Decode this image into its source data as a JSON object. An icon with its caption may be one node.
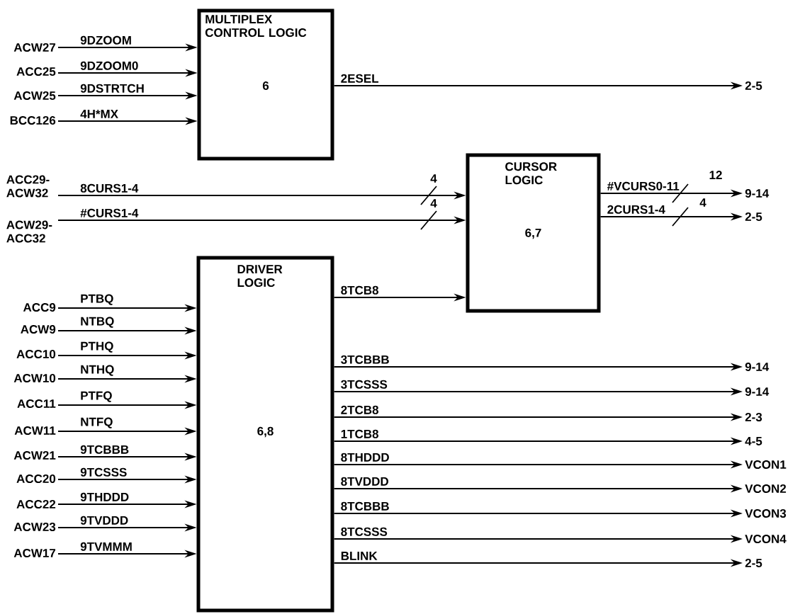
{
  "diagram": {
    "nodes": [
      {
        "text": [
          "MULTIPLEX CONTROL LOGIC",
          "6"
        ]
      },
      {
        "text": [
          "CURSOR LOGIC",
          "6,7"
        ]
      },
      {
        "text": [
          "DRIVER LOGIC",
          "6,8"
        ]
      },
      {
        "text": [
          "ACW27"
        ]
      },
      {
        "text": [
          "ACC25"
        ]
      },
      {
        "text": [
          "ACW25"
        ]
      },
      {
        "text": [
          "BCC126"
        ]
      },
      {
        "text": [
          "2-5"
        ]
      },
      {
        "text": [
          "ACC29- ACW32"
        ]
      },
      {
        "text": [
          "ACW29- ACC32"
        ]
      },
      {
        "text": [
          "9-14"
        ]
      },
      {
        "text": [
          "2-5"
        ]
      },
      {
        "text": [
          "ACC9"
        ]
      },
      {
        "text": [
          "ACW9"
        ]
      },
      {
        "text": [
          "ACC10"
        ]
      },
      {
        "text": [
          "ACW10"
        ]
      },
      {
        "text": [
          "ACC11"
        ]
      },
      {
        "text": [
          "ACW11"
        ]
      },
      {
        "text": [
          "ACW21"
        ]
      },
      {
        "text": [
          "ACC20"
        ]
      },
      {
        "text": [
          "ACC22"
        ]
      },
      {
        "text": [
          "ACW23"
        ]
      },
      {
        "text": [
          "ACW17"
        ]
      },
      {
        "text": [
          "9-14"
        ]
      },
      {
        "text": [
          "9-14"
        ]
      },
      {
        "text": [
          "2-3"
        ]
      },
      {
        "text": [
          "4-5"
        ]
      },
      {
        "text": [
          "VCON1"
        ]
      },
      {
        "text": [
          "VCON2"
        ]
      },
      {
        "text": [
          "VCON3"
        ]
      },
      {
        "text": [
          "VCON4"
        ]
      },
      {
        "text": [
          "2-5"
        ]
      }
    ],
    "edges": [
      {
        "from": 3,
        "to": 0,
        "arrow": "to",
        "label": "9DZOOM"
      },
      {
        "from": 4,
        "to": 0,
        "arrow": "to",
        "label": "9DZOOM0"
      },
      {
        "from": 5,
        "to": 0,
        "arrow": "to",
        "label": "9DSTRTCH"
      },
      {
        "from": 6,
        "to": 0,
        "arrow": "to",
        "label": "4H*MX"
      },
      {
        "from": 0,
        "to": 7,
        "arrow": "to",
        "label": "2ESEL"
      },
      {
        "from": 8,
        "to": 1,
        "arrow": "to",
        "label": "8CURS1-4"
      },
      {
        "from": 9,
        "to": 1,
        "arrow": "to",
        "label": "#CURS1-4"
      },
      {
        "from": 1,
        "to": 10,
        "arrow": "to",
        "label": "#VCURS0-11"
      },
      {
        "from": 1,
        "to": 11,
        "arrow": "to",
        "label": "2CURS1-4"
      },
      {
        "from": 2,
        "to": 1,
        "arrow": "to",
        "label": "8TCB8"
      },
      {
        "from": 12,
        "to": 2,
        "arrow": "to",
        "label": "PTBQ"
      },
      {
        "from": 13,
        "to": 2,
        "arrow": "to",
        "label": "NTBQ"
      },
      {
        "from": 14,
        "to": 2,
        "arrow": "to",
        "label": "PTHQ"
      },
      {
        "from": 15,
        "to": 2,
        "arrow": "to",
        "label": "NTHQ"
      },
      {
        "from": 16,
        "to": 2,
        "arrow": "to",
        "label": "PTFQ"
      },
      {
        "from": 17,
        "to": 2,
        "arrow": "to",
        "label": "NTFQ"
      },
      {
        "from": 18,
        "to": 2,
        "arrow": "to",
        "label": "9TCBBB"
      },
      {
        "from": 19,
        "to": 2,
        "arrow": "to",
        "label": "9TCSSS"
      },
      {
        "from": 20,
        "to": 2,
        "arrow": "to",
        "label": "9THDDD"
      },
      {
        "from": 21,
        "to": 2,
        "arrow": "to",
        "label": "9TVDDD"
      },
      {
        "from": 22,
        "to": 2,
        "arrow": "to",
        "label": "9TVMMM"
      },
      {
        "from": 2,
        "to": 23,
        "arrow": "to",
        "label": "3TCBBB"
      },
      {
        "from": 2,
        "to": 24,
        "arrow": "to",
        "label": "3TCSSS"
      },
      {
        "from": 2,
        "to": 25,
        "arrow": "to",
        "label": "2TCB8"
      },
      {
        "from": 2,
        "to": 26,
        "arrow": "to",
        "label": "1TCB8"
      },
      {
        "from": 2,
        "to": 27,
        "arrow": "to",
        "label": "8THDDD"
      },
      {
        "from": 2,
        "to": 28,
        "arrow": "to",
        "label": "8TVDDD"
      },
      {
        "from": 2,
        "to": 29,
        "arrow": "to",
        "label": "8TCBBB"
      },
      {
        "from": 2,
        "to": 30,
        "arrow": "to",
        "label": "8TCSSS"
      },
      {
        "from": 2,
        "to": 31,
        "arrow": "to",
        "label": "BLINK"
      }
    ],
    "labels": [
      "4",
      "4",
      "12",
      "4"
    ]
  }
}
